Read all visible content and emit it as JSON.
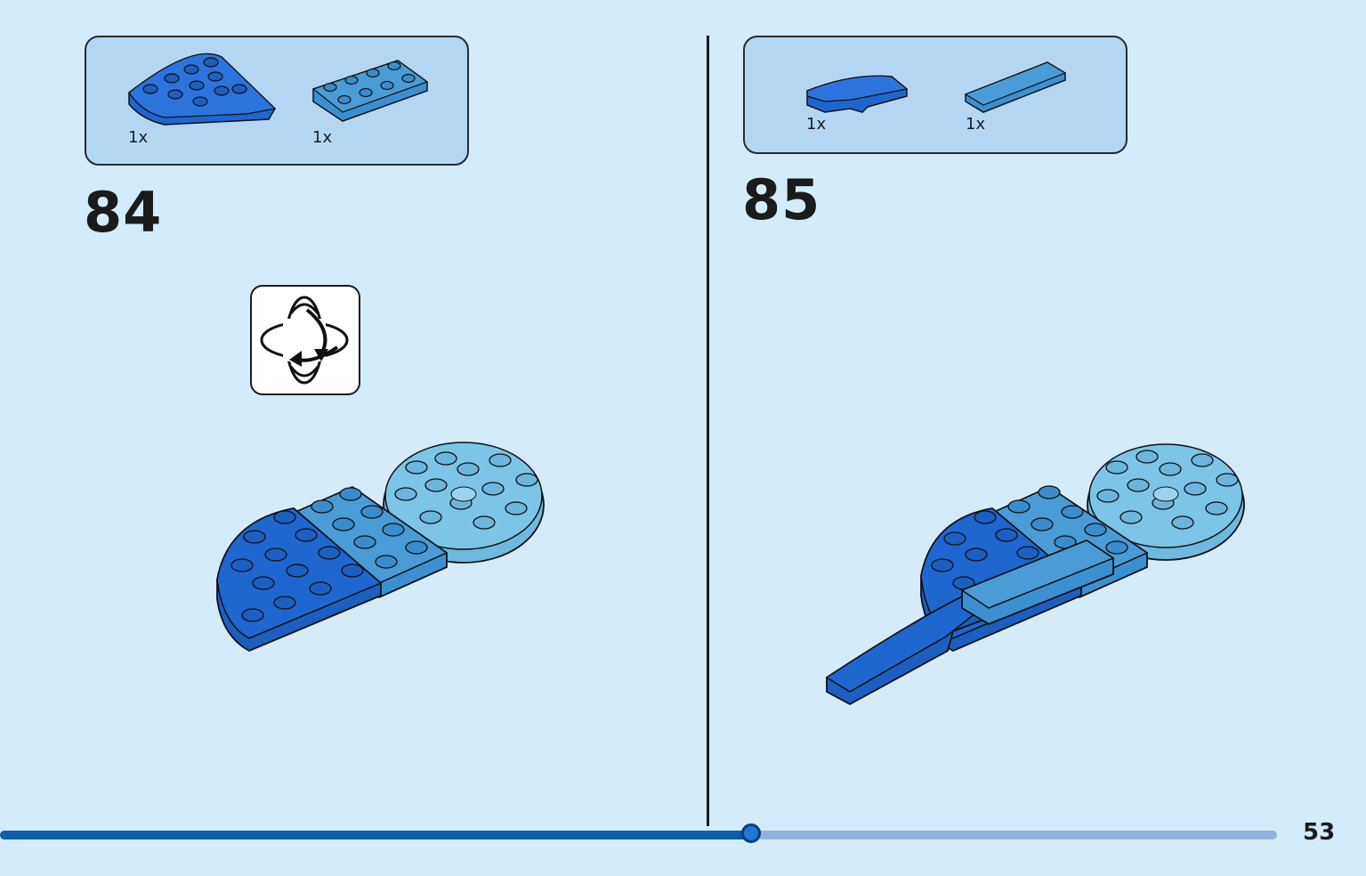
{
  "steps": [
    {
      "number": "84",
      "parts": [
        {
          "icon": "quarter-round-plate-icon",
          "qty": "1x",
          "color": "#1f66cf"
        },
        {
          "icon": "plate-2x4-icon",
          "qty": "1x",
          "color": "#4a9bd6"
        }
      ],
      "rotate_icon": "rotate-model-icon"
    },
    {
      "number": "85",
      "parts": [
        {
          "icon": "curved-slope-icon",
          "qty": "1x",
          "color": "#1f66cf"
        },
        {
          "icon": "tile-1x4-icon",
          "qty": "1x",
          "color": "#4a9bd6"
        }
      ]
    }
  ],
  "progress": {
    "fraction": 0.588
  },
  "page_number": "53",
  "colors": {
    "background": "#d4ebfa",
    "callout": "#b3d7f3",
    "dark_blue": "#1f66cf",
    "medium_blue": "#4a9bd6",
    "light_blue": "#7cc4e8",
    "progress_fill": "#0b5fad",
    "progress_track": "#8fb3dd"
  }
}
